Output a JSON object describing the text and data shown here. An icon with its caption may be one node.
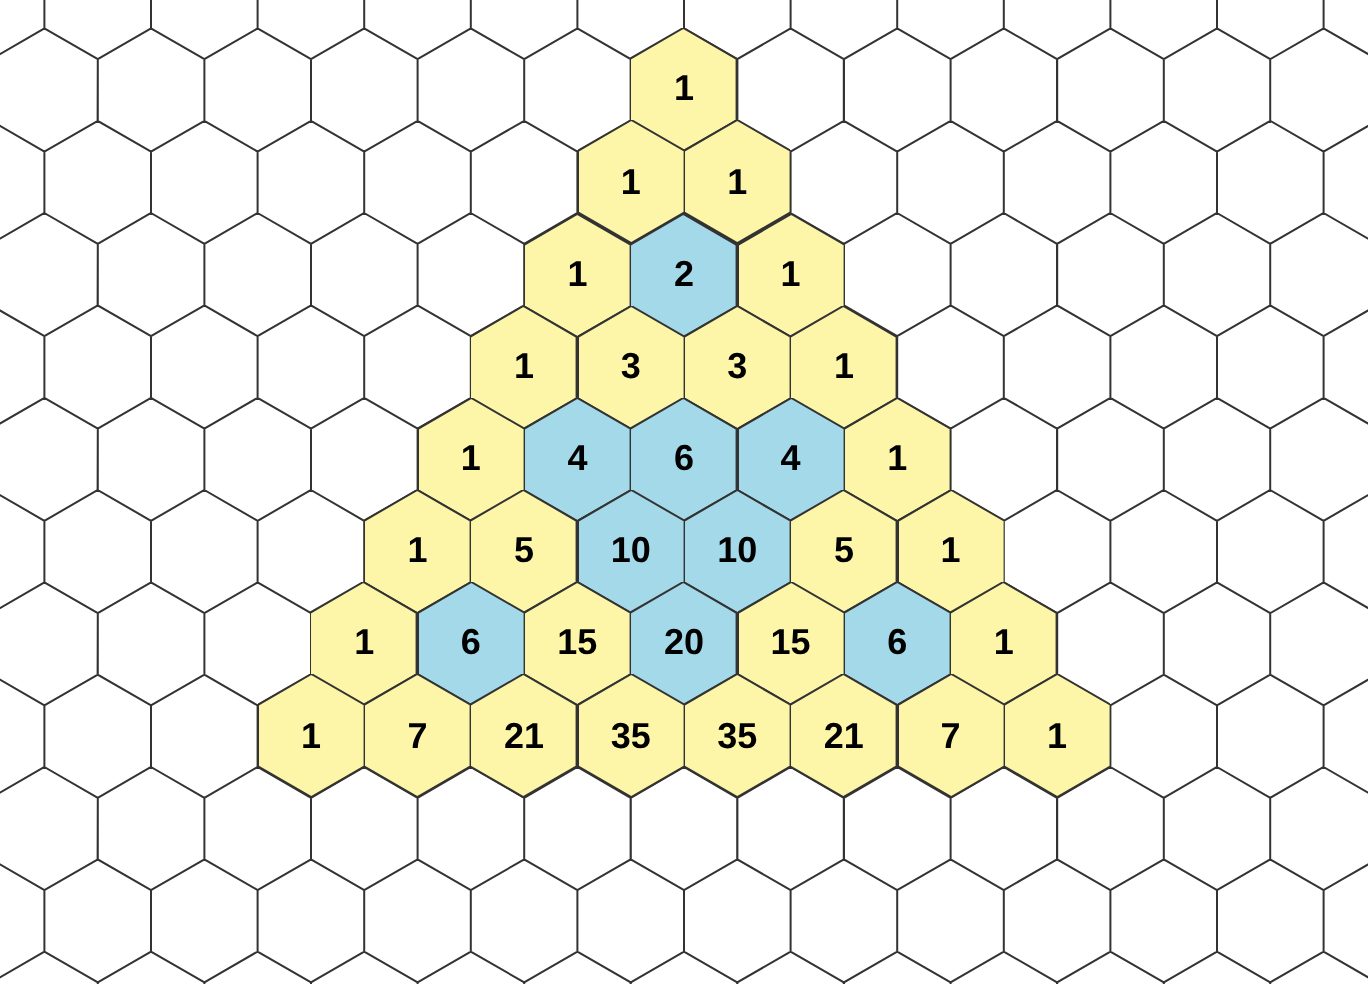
{
  "diagram": {
    "nodes": [
      {
        "text": [
          "1"
        ]
      },
      {
        "text": [
          "1"
        ]
      },
      {
        "text": [
          "1"
        ]
      },
      {
        "text": [
          "1"
        ]
      },
      {
        "text": [
          "2"
        ]
      },
      {
        "text": [
          "1"
        ]
      },
      {
        "text": [
          "1"
        ]
      },
      {
        "text": [
          "3"
        ]
      },
      {
        "text": [
          "3"
        ]
      },
      {
        "text": [
          "1"
        ]
      },
      {
        "text": [
          "1"
        ]
      },
      {
        "text": [
          "4"
        ]
      },
      {
        "text": [
          "6"
        ]
      },
      {
        "text": [
          "4"
        ]
      },
      {
        "text": [
          "1"
        ]
      },
      {
        "text": [
          "1"
        ]
      },
      {
        "text": [
          "5"
        ]
      },
      {
        "text": [
          "10"
        ]
      },
      {
        "text": [
          "10"
        ]
      },
      {
        "text": [
          "5"
        ]
      },
      {
        "text": [
          "1"
        ]
      },
      {
        "text": [
          "1"
        ]
      },
      {
        "text": [
          "6"
        ]
      },
      {
        "text": [
          "15"
        ]
      },
      {
        "text": [
          "20"
        ]
      },
      {
        "text": [
          "15"
        ]
      },
      {
        "text": [
          "6"
        ]
      },
      {
        "text": [
          "1"
        ]
      },
      {
        "text": [
          "1"
        ]
      },
      {
        "text": [
          "7"
        ]
      },
      {
        "text": [
          "21"
        ]
      },
      {
        "text": [
          "35"
        ]
      },
      {
        "text": [
          "35"
        ]
      },
      {
        "text": [
          "21"
        ]
      },
      {
        "text": [
          "7"
        ]
      },
      {
        "text": [
          "1"
        ]
      }
    ]
  }
}
